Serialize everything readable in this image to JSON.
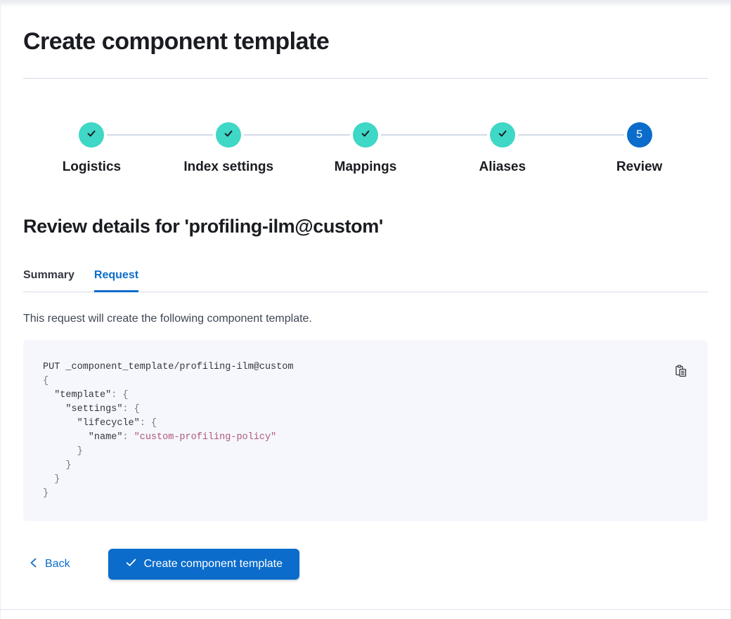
{
  "header": {
    "title": "Create component template"
  },
  "stepper": {
    "steps": [
      {
        "label": "Logistics",
        "status": "complete"
      },
      {
        "label": "Index settings",
        "status": "complete"
      },
      {
        "label": "Mappings",
        "status": "complete"
      },
      {
        "label": "Aliases",
        "status": "complete"
      },
      {
        "label": "Review",
        "status": "current",
        "number": "5"
      }
    ]
  },
  "review": {
    "heading": "Review details for 'profiling-ilm@custom'",
    "tabs": [
      {
        "label": "Summary",
        "active": false
      },
      {
        "label": "Request",
        "active": true
      }
    ],
    "description": "This request will create the following component template."
  },
  "code_block": {
    "copy_icon": "copy-clipboard-icon",
    "lines": [
      [
        {
          "text": "PUT _component_template/profiling-ilm@custom",
          "type": "plain"
        }
      ],
      [
        {
          "text": "{",
          "type": "punct"
        }
      ],
      [
        {
          "text": "  \"template\"",
          "type": "key"
        },
        {
          "text": ": {",
          "type": "punct"
        }
      ],
      [
        {
          "text": "    \"settings\"",
          "type": "key"
        },
        {
          "text": ": {",
          "type": "punct"
        }
      ],
      [
        {
          "text": "      \"lifecycle\"",
          "type": "key"
        },
        {
          "text": ": {",
          "type": "punct"
        }
      ],
      [
        {
          "text": "        \"name\"",
          "type": "key"
        },
        {
          "text": ": ",
          "type": "punct"
        },
        {
          "text": "\"custom-profiling-policy\"",
          "type": "string"
        }
      ],
      [
        {
          "text": "      }",
          "type": "punct"
        }
      ],
      [
        {
          "text": "    }",
          "type": "punct"
        }
      ],
      [
        {
          "text": "  }",
          "type": "punct"
        }
      ],
      [
        {
          "text": "}",
          "type": "punct"
        }
      ]
    ]
  },
  "footer": {
    "back_label": "Back",
    "submit_label": "Create component template"
  },
  "colors": {
    "primary": "#0b6ccb",
    "success_teal": "#3fd7c5",
    "divider": "#d3dae6",
    "code_background": "#f5f7fd",
    "code_string": "#b0567f",
    "code_punctuation": "#6f7787",
    "text_dark": "#1a1c21"
  }
}
